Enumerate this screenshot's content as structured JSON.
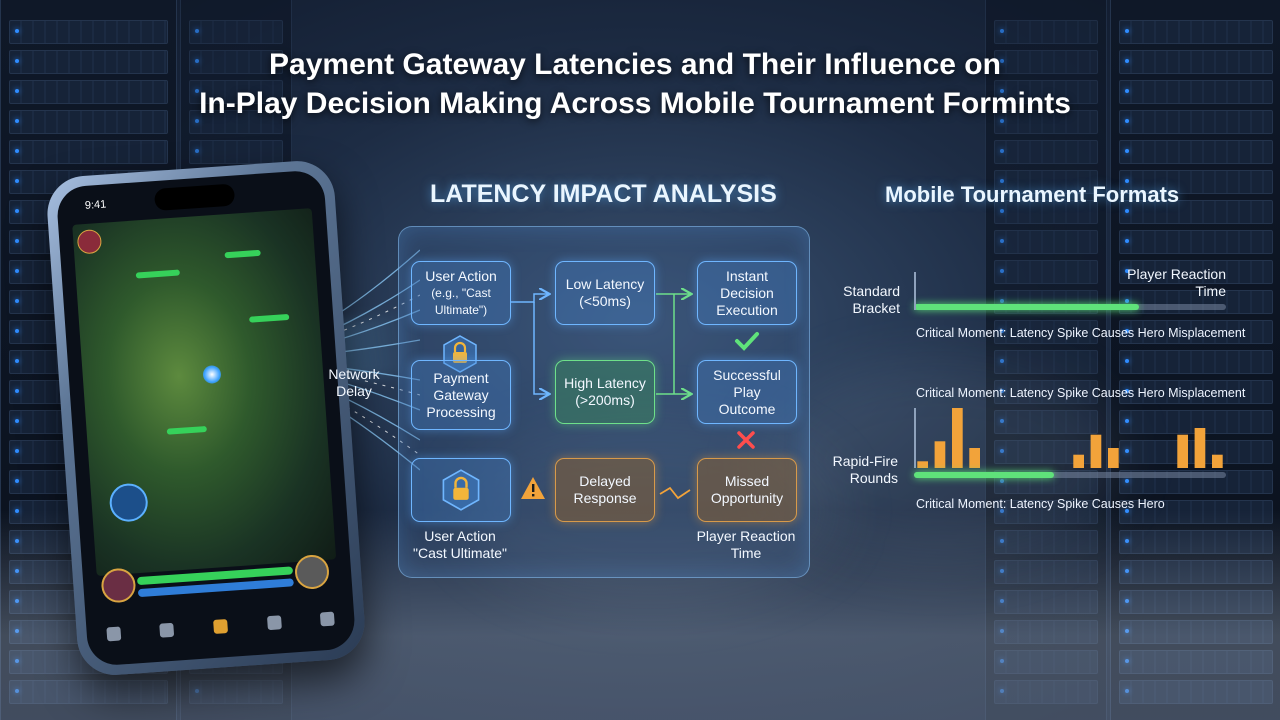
{
  "title": {
    "line1": "Payment Gateway Latencies and Their Influence on",
    "line2": "In-Play Decision Making Across Mobile Tournament Formints"
  },
  "phone": {
    "time": "9:41"
  },
  "network_delay": {
    "line1": "Network",
    "line2": "Delay"
  },
  "analysis": {
    "heading": "LATENCY IMPACT ANALYSIS",
    "user_action_top": {
      "line1": "User Action",
      "line2": "(e.g., \"Cast Ultimate\")"
    },
    "payment": {
      "line1": "Payment",
      "line2": "Gateway",
      "line3": "Processing"
    },
    "user_action_bottom": {
      "line1": "User Action",
      "line2": "\"Cast Ultimate\""
    },
    "low_latency": {
      "line1": "Low Latency",
      "line2": "(<50ms)"
    },
    "high_latency": {
      "line1": "High Latency",
      "line2": "(>200ms)"
    },
    "delayed": {
      "line1": "Delayed",
      "line2": "Response"
    },
    "instant": {
      "line1": "Instant Decision",
      "line2": "Execution"
    },
    "success": {
      "line1": "Successful Play",
      "line2": "Outcome"
    },
    "missed": {
      "line1": "Missed",
      "line2": "Opportunity"
    },
    "reaction": {
      "line1": "Player Reaction",
      "line2": "Time"
    }
  },
  "formats": {
    "heading": "Mobile Tournament Formats",
    "standard": {
      "line1": "Standard",
      "line2": "Bracket"
    },
    "reaction": {
      "line1": "Player Reaction",
      "line2": "Time"
    },
    "note1": "Critical Moment: Latency Spike Causes Hero Misplacement",
    "note2": "Critical Moment: Latency Spike Causes Hero Misplacement",
    "rapid": {
      "line1": "Rapid-Fire",
      "line2": "Rounds"
    },
    "note3": "Critical Moment: Latency Spike Causes Hero",
    "bar_color": "#f2a33a",
    "progress_color": "#5fe27a"
  },
  "chart_data": {
    "type": "bar",
    "values": [
      1,
      4,
      9,
      3,
      0,
      0,
      0,
      0,
      0,
      2,
      5,
      3,
      0,
      0,
      0,
      5,
      6,
      2
    ]
  }
}
